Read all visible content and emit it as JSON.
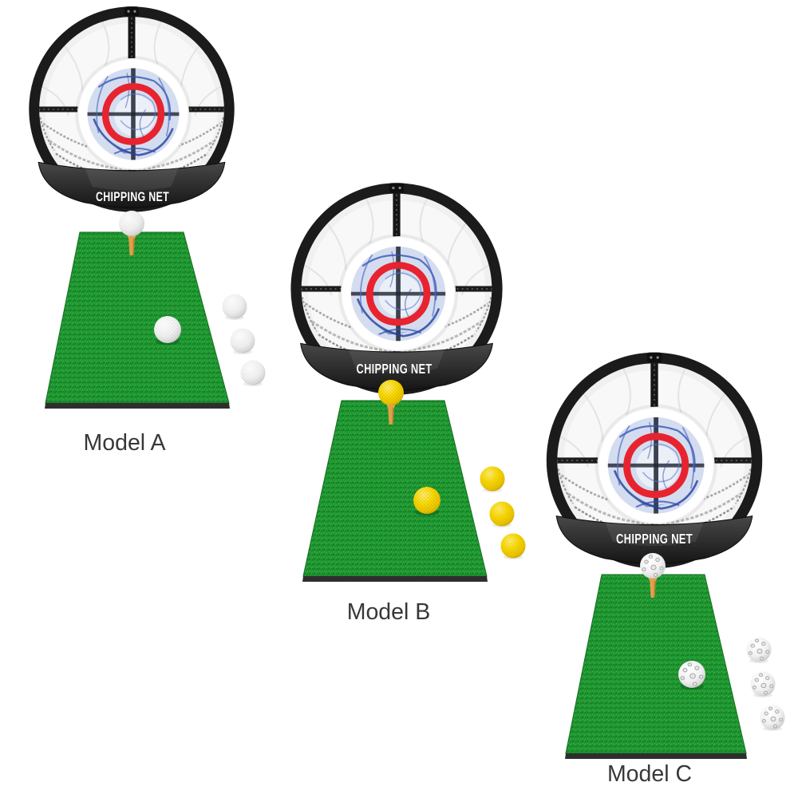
{
  "image": {
    "type": "product-composite",
    "background": "#ffffff",
    "description": "Three golf chipping net kits shown diagonally"
  },
  "product": {
    "net_text": "CHIPPING NET",
    "models": [
      {
        "label": "Model A",
        "ball_color_name": "white",
        "ball_color": "#ffffff",
        "ball_style": "dimpled golf balls",
        "balls_on_tee": 1,
        "balls_on_mat": 1,
        "balls_beside_mat": 3
      },
      {
        "label": "Model B",
        "ball_color_name": "yellow",
        "ball_color": "#f8d800",
        "ball_style": "foam practice balls",
        "balls_on_tee": 1,
        "balls_on_mat": 1,
        "balls_beside_mat": 3
      },
      {
        "label": "Model C",
        "ball_color_name": "white",
        "ball_color": "#ffffff",
        "ball_style": "perforated airflow balls",
        "balls_on_tee": 1,
        "balls_on_mat": 1,
        "balls_beside_mat": 3
      }
    ]
  },
  "colors": {
    "background": "#ffffff",
    "net_frame_black": "#1b1b1b",
    "net_fabric_white": "#f8f8f8",
    "band_dark": "#2a2a2a",
    "net_text_white": "#ffffff",
    "target_ring_red": "#e82330",
    "inner_net_blue": "#2c4cb4",
    "mat_green": "#1f9630",
    "tee_orange": "#e2a04b",
    "label_text": "#383838"
  }
}
